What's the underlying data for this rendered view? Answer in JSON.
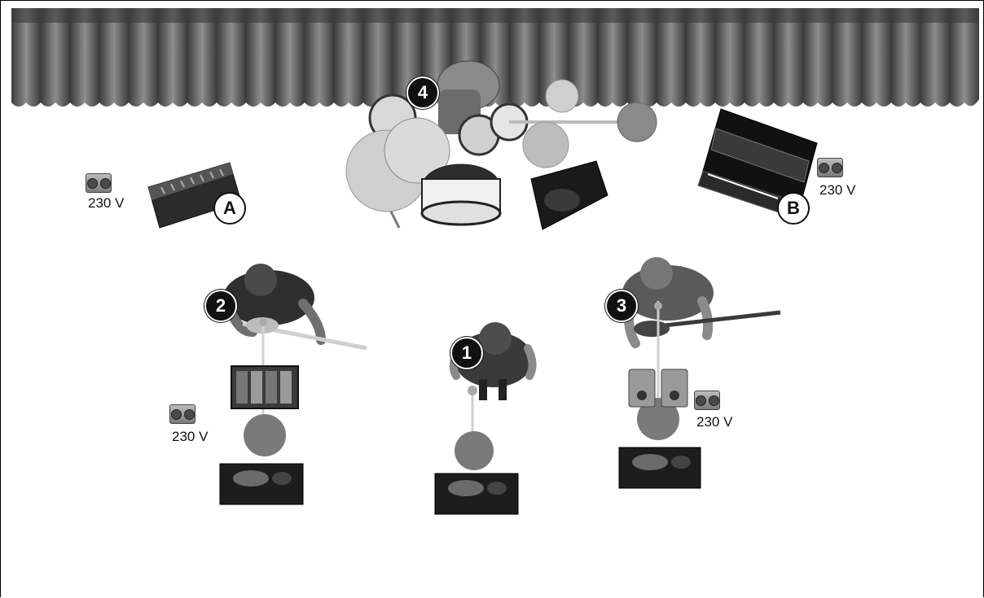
{
  "positions": [
    {
      "number": "1"
    },
    {
      "number": "2"
    },
    {
      "number": "3"
    },
    {
      "number": "4"
    }
  ],
  "amps": [
    {
      "letter": "A"
    },
    {
      "letter": "B"
    }
  ],
  "power": {
    "voltage_label": "230 V",
    "sockets": 4
  }
}
